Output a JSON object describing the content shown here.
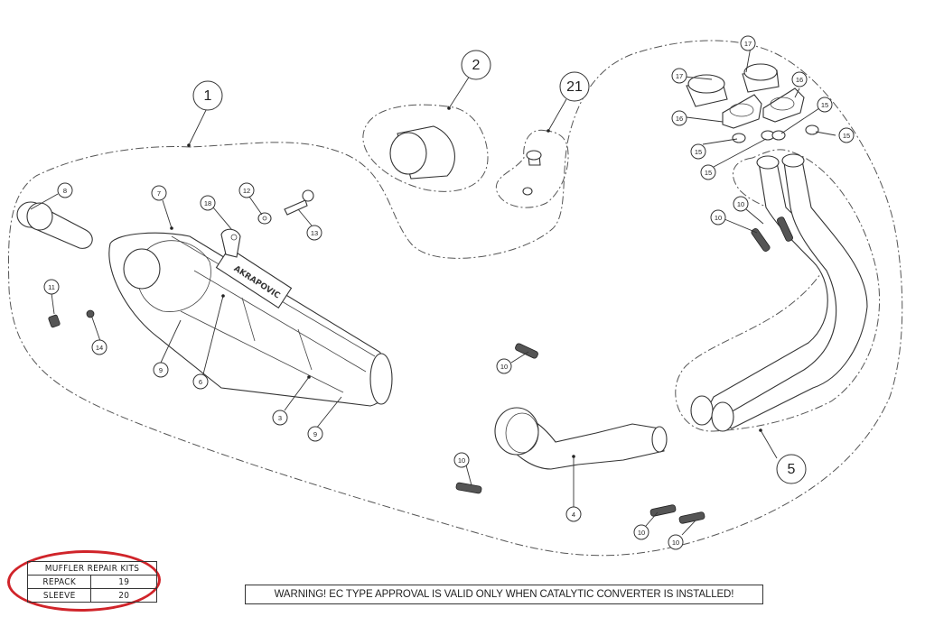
{
  "diagram": {
    "title": "Exhaust system exploded parts view",
    "brand_logo_text": "AKRAPOVIC",
    "accent_color": "#d0242a",
    "line_color": "#333333",
    "balloons": [
      {
        "id": "b1",
        "label": "1",
        "part": "muffler-assembly"
      },
      {
        "id": "b2",
        "label": "2",
        "part": "link-pipe-sleeve"
      },
      {
        "id": "b21",
        "label": "21",
        "part": "sensor-plug-kit"
      },
      {
        "id": "b5",
        "label": "5",
        "part": "header-pipes"
      },
      {
        "id": "b3",
        "label": "3",
        "part": "muffler-body"
      },
      {
        "id": "b4",
        "label": "4",
        "part": "link-pipe"
      },
      {
        "id": "b6",
        "label": "6",
        "part": "logo-plate"
      },
      {
        "id": "b7",
        "label": "7",
        "part": "end-cap"
      },
      {
        "id": "b8",
        "label": "8",
        "part": "db-killer"
      },
      {
        "id": "b9a",
        "label": "9",
        "part": "rivet"
      },
      {
        "id": "b9b",
        "label": "9",
        "part": "rivet"
      },
      {
        "id": "b10a",
        "label": "10",
        "part": "spring"
      },
      {
        "id": "b10b",
        "label": "10",
        "part": "spring"
      },
      {
        "id": "b10c",
        "label": "10",
        "part": "spring"
      },
      {
        "id": "b10d",
        "label": "10",
        "part": "spring"
      },
      {
        "id": "b10e",
        "label": "10",
        "part": "spring"
      },
      {
        "id": "b10f",
        "label": "10",
        "part": "spring"
      },
      {
        "id": "b11",
        "label": "11",
        "part": "screw"
      },
      {
        "id": "b12",
        "label": "12",
        "part": "washer"
      },
      {
        "id": "b13",
        "label": "13",
        "part": "bolt"
      },
      {
        "id": "b14",
        "label": "14",
        "part": "nut"
      },
      {
        "id": "b15a",
        "label": "15",
        "part": "flange-nut"
      },
      {
        "id": "b15b",
        "label": "15",
        "part": "flange-nut"
      },
      {
        "id": "b15c",
        "label": "15",
        "part": "flange-nut"
      },
      {
        "id": "b15d",
        "label": "15",
        "part": "flange-nut"
      },
      {
        "id": "b16a",
        "label": "16",
        "part": "flange"
      },
      {
        "id": "b16b",
        "label": "16",
        "part": "flange"
      },
      {
        "id": "b17a",
        "label": "17",
        "part": "gasket"
      },
      {
        "id": "b17b",
        "label": "17",
        "part": "gasket"
      },
      {
        "id": "b18",
        "label": "18",
        "part": "bracket"
      }
    ]
  },
  "repair_kits": {
    "title": "MUFFLER REPAIR KITS",
    "rows": [
      {
        "name": "REPACK",
        "number": "19"
      },
      {
        "name": "SLEEVE",
        "number": "20"
      }
    ]
  },
  "warning": {
    "text": "WARNING! EC TYPE APPROVAL IS VALID ONLY WHEN CATALYTIC CONVERTER IS INSTALLED!"
  }
}
